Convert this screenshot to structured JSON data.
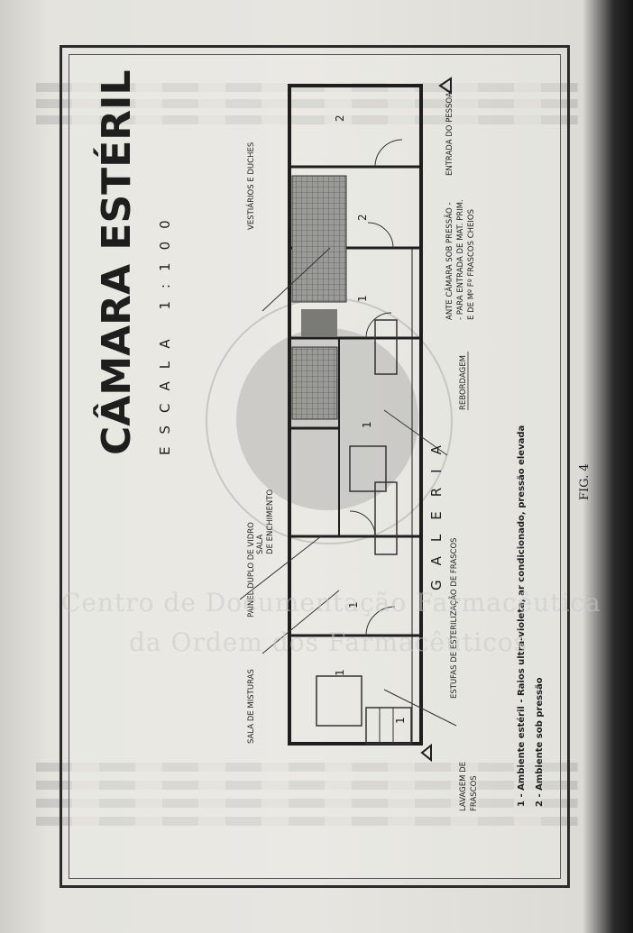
{
  "figure_label": "FIG. 4",
  "plan": {
    "title": "CÂMARA ESTÉRIL",
    "scale": "ESCALA 1:100",
    "gallery": "GALERIA",
    "labels": {
      "entrada": "ENTRADA DO PESSOAL",
      "ante_camara": [
        "ANTE CÂMARA SOB PRESSÃO -",
        "- PARA ENTRADA DE MAT. PRIM.",
        "E DE Mº Fº FRASCOS CHEIOS"
      ],
      "vestiarios": "VESTIÁRIOS E DUCHES",
      "rebordagem": "REBORDAGEM",
      "sala_enchimento": [
        "SALA",
        "DE ENCHIMENTO"
      ],
      "painel": "PAINEL DUPLO DE VIDRO",
      "sala_misturas": [
        "SALA DE MISTURAS"
      ],
      "estufas": [
        "ESTUFAS DE ESTERILIZAÇÃO DE FRASCOS"
      ],
      "lavagem": [
        "LAVAGEM DE",
        "FRASCOS"
      ]
    },
    "room_numbers": [
      "1",
      "2",
      "1",
      "2",
      "1",
      "1",
      "1"
    ],
    "legend": [
      "1 - Ambiente estéril - Raios ultra-violeta, ar condicionado, pressão elevada",
      "2 - Ambiente sob pressão"
    ]
  },
  "watermark": {
    "line1": "Centro de Documentação Farmacêutica",
    "line2": "da Ordem dos Farmacêuticos"
  }
}
